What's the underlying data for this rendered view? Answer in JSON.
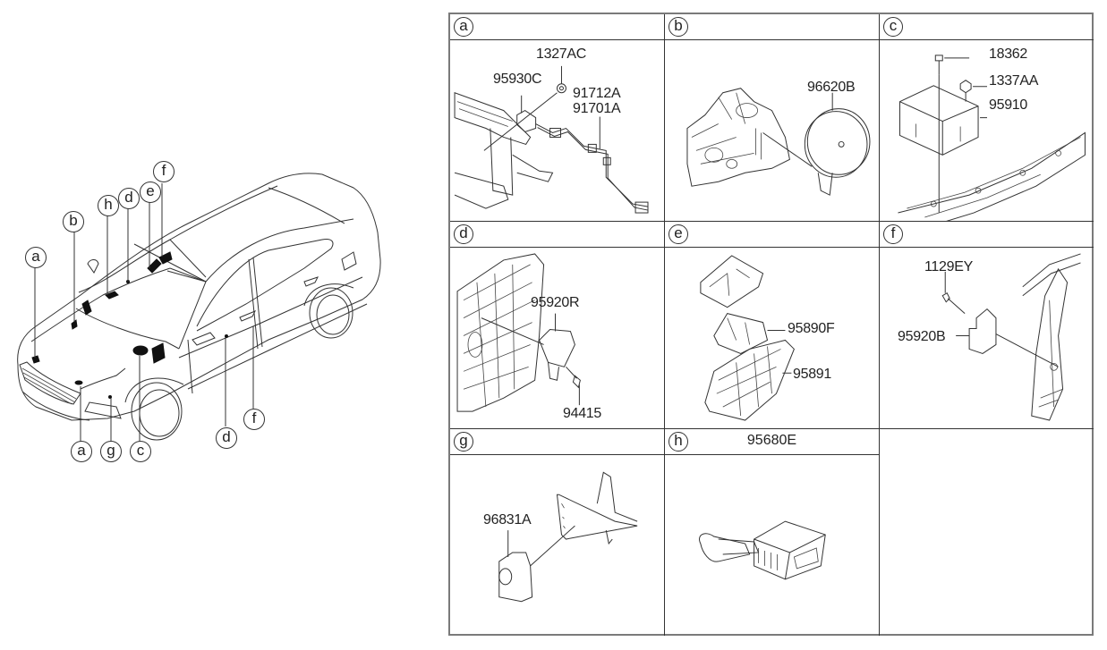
{
  "diagram": {
    "type": "vehicle parts location diagram",
    "overview": {
      "callouts": [
        "a",
        "b",
        "h",
        "d",
        "e",
        "f",
        "a",
        "g",
        "c",
        "d",
        "f"
      ]
    },
    "panels": [
      {
        "id": "a",
        "parts": [
          "1327AC",
          "95930C",
          "91712A",
          "91701A"
        ]
      },
      {
        "id": "b",
        "parts": [
          "96620B"
        ]
      },
      {
        "id": "c",
        "parts": [
          "18362",
          "1337AA",
          "95910"
        ]
      },
      {
        "id": "d",
        "parts": [
          "95920R",
          "94415"
        ]
      },
      {
        "id": "e",
        "parts": [
          "95890F",
          "95891"
        ]
      },
      {
        "id": "f",
        "parts": [
          "1129EY",
          "95920B"
        ]
      },
      {
        "id": "g",
        "parts": [
          "96831A"
        ]
      },
      {
        "id": "h",
        "header_part": "95680E",
        "parts": []
      }
    ]
  },
  "colors": {
    "line": "#333333",
    "frame": "#7a7a7a",
    "background": "#ffffff"
  }
}
